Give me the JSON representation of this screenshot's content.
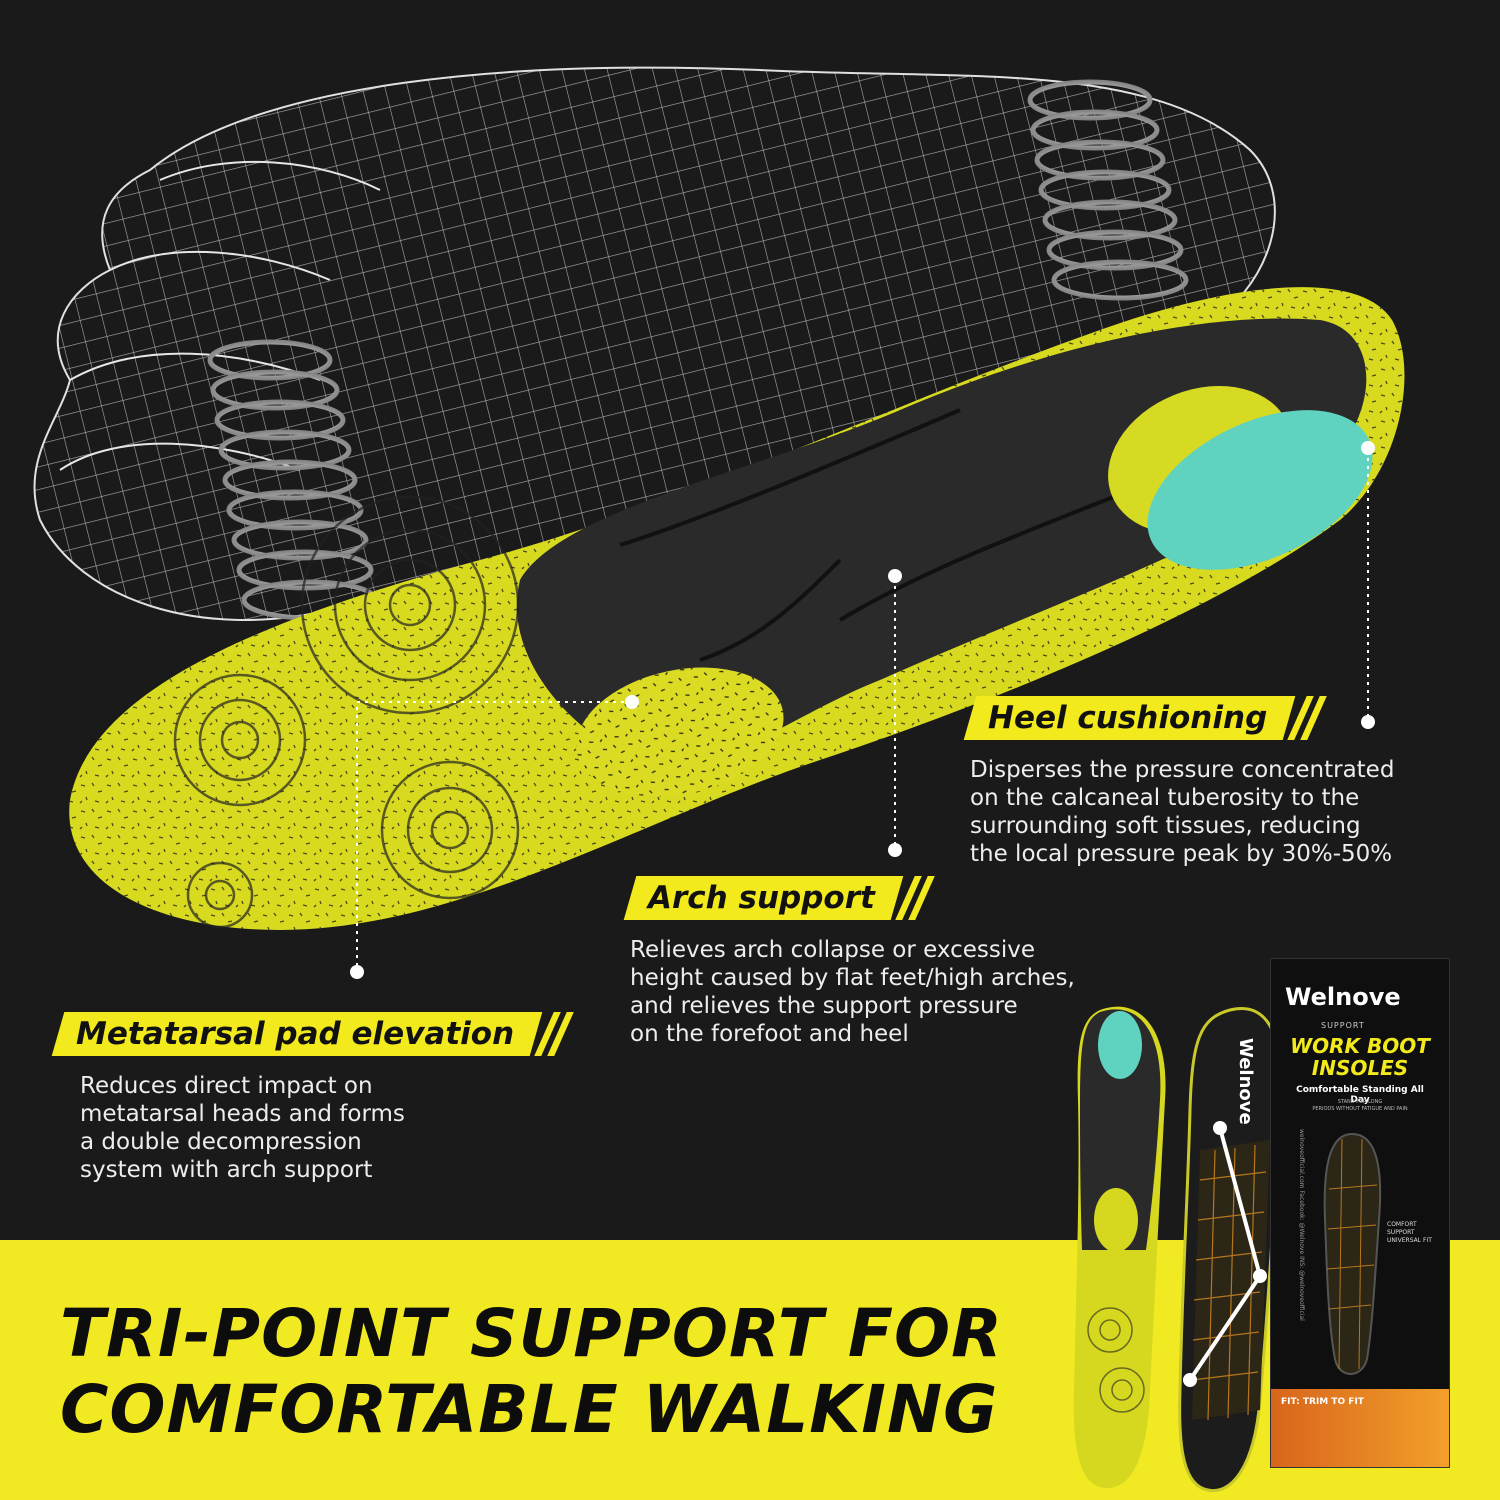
{
  "colors": {
    "accent": "#f2ea1c",
    "teal": "#5fd3bf",
    "background": "#1a1a1a"
  },
  "callouts": [
    {
      "label": "Heel cushioning",
      "description": [
        "Disperses the pressure concentrated",
        "on the calcaneal tuberosity to the",
        "surrounding soft tissues, reducing",
        "the local pressure peak by 30%-50%"
      ]
    },
    {
      "label": "Arch support",
      "description": [
        "Relieves arch collapse or excessive",
        "height caused by flat feet/high arches,",
        "and relieves the support pressure",
        "on the forefoot and heel"
      ]
    },
    {
      "label": "Metatarsal pad elevation",
      "description": [
        "Reduces direct impact on",
        "metatarsal heads and forms",
        "a double decompression",
        "system with arch support"
      ]
    }
  ],
  "headline": [
    "TRI-POINT SUPPORT FOR",
    "COMFORTABLE WALKING"
  ],
  "package": {
    "brand": "Welnove",
    "sub": "SUPPORT",
    "title": [
      "WORK BOOT",
      "INSOLES"
    ],
    "tagline": "Comfortable Standing All Day",
    "mini": [
      "STAND FOR LONG",
      "PERIODS WITHOUT FATIGUE AND PAIN"
    ],
    "features": [
      "COMFORT",
      "SUPPORT",
      "UNIVERSAL FIT"
    ],
    "fit": "FIT: TRIM TO FIT",
    "side": "welnoveofficial.com   Facebook: @Welnove   INS: @welnoveofficial"
  },
  "insole_brand": "Welnove"
}
